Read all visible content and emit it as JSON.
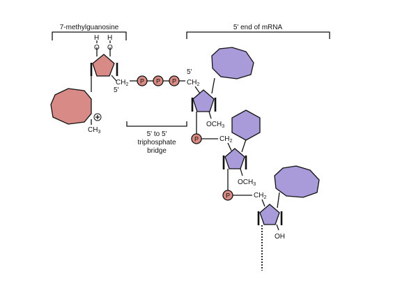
{
  "colors": {
    "cap_ring": "#d88a86",
    "mrna_ring": "#a99ad9",
    "phosphate": "#d98b84",
    "outline": "#111111",
    "background": "#ffffff"
  },
  "brackets": {
    "cap_label": "7-methylguanosine",
    "mrna_label": "5' end of mRNA"
  },
  "cap": {
    "h_left": "H",
    "h_right": "H",
    "o_left": "O",
    "o_right": "O",
    "ch2": "CH",
    "ch2_sub": "2",
    "five_prime": "5'",
    "methyl": "CH",
    "methyl_sub": "3",
    "charge": "+"
  },
  "bridge": {
    "phosphate_symbol": "P",
    "line1": "5' to 5'",
    "line2": "triphosphate",
    "line3": "bridge"
  },
  "mrna": {
    "five_prime": "5'",
    "ch2": "CH",
    "ch2_sub": "2",
    "och3": "OCH",
    "och3_sub": "3",
    "phosphate_symbol": "P",
    "oh": "OH"
  }
}
